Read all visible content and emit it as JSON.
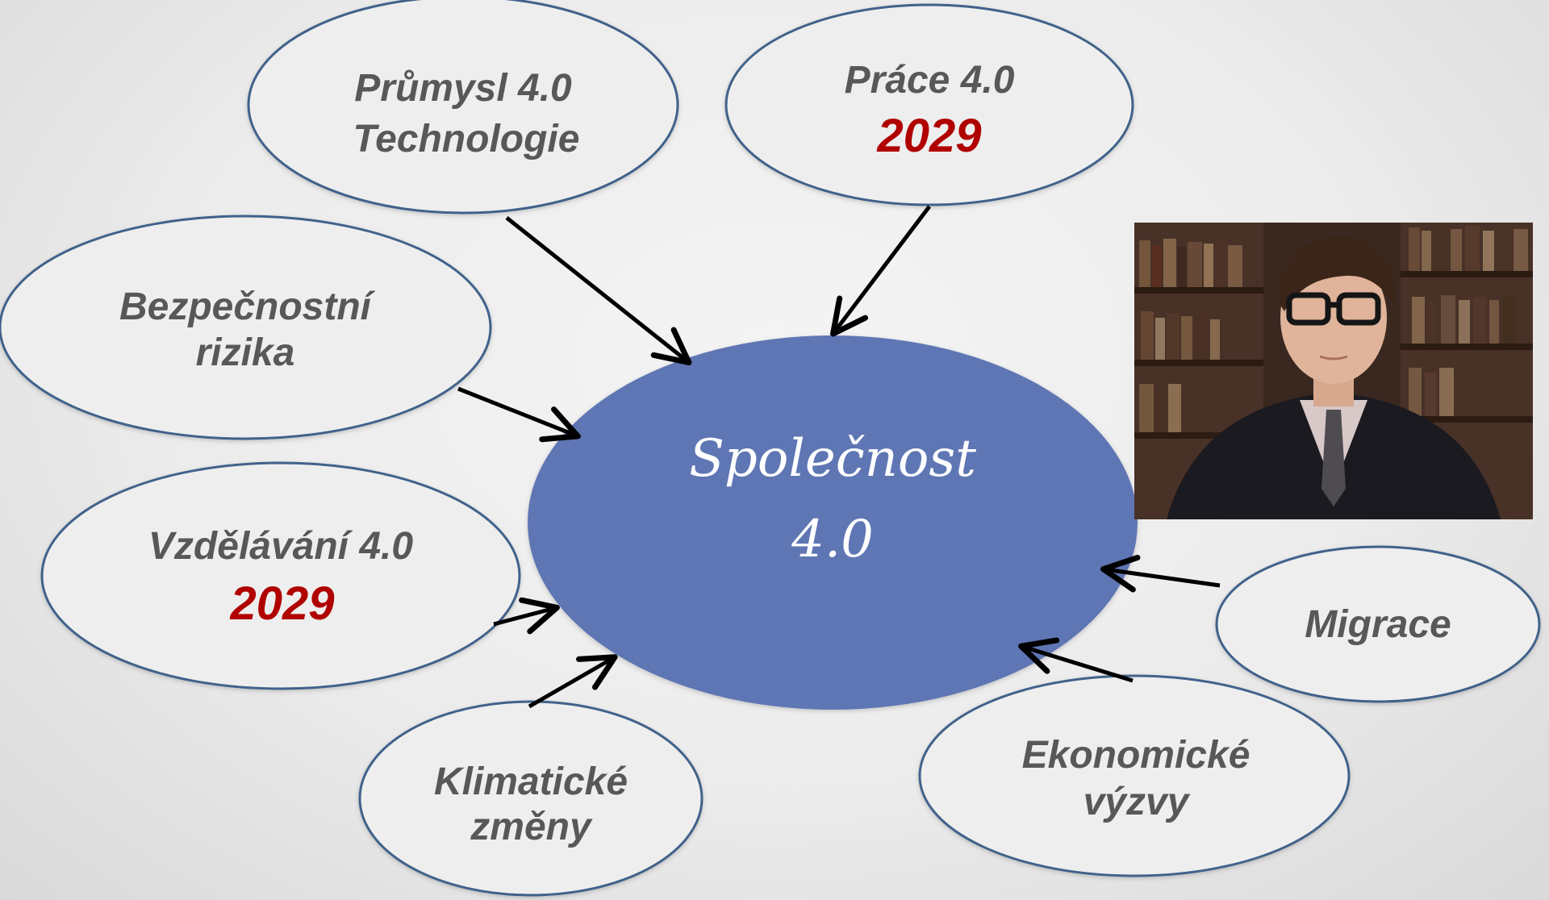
{
  "diagram": {
    "center": {
      "line1": "Společnost",
      "line2": "4.0",
      "color": "#5f76b4"
    },
    "nodes": {
      "prumysl": {
        "line1": "Průmysl 4.0",
        "line2": "Technologie"
      },
      "prace": {
        "line1": "Práce 4.0",
        "line2": "2029"
      },
      "bezpecnost": {
        "line1": "Bezpečnostní",
        "line2": "rizika"
      },
      "vzdelavani": {
        "line1": "Vzdělávání 4.0",
        "line2": "2029"
      },
      "klima": {
        "line1": "Klimatické",
        "line2": "změny"
      },
      "ekonomika": {
        "line1": "Ekonomické",
        "line2": "výzvy"
      },
      "migrace": {
        "line1": "Migrace"
      }
    },
    "colors": {
      "node_fill": "#eeeeee",
      "node_border": "#41628a",
      "text_gray": "#585858",
      "text_red": "#b00000",
      "arrow": "#000000"
    }
  },
  "photo": {
    "icon": "person-photo"
  }
}
